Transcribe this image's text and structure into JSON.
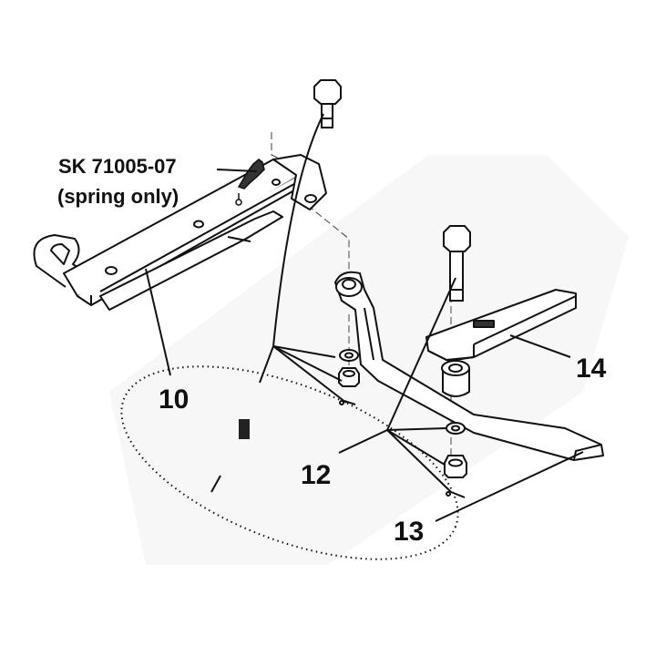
{
  "callouts": {
    "part_10": "10",
    "part_12": "12",
    "part_13": "13",
    "part_14": "14",
    "spring_part_no": "SK 71005-07",
    "spring_note": "(spring only)"
  },
  "colors": {
    "line": "#111111",
    "part_fill": "#ffffff",
    "shading": "#e6e6e6"
  }
}
